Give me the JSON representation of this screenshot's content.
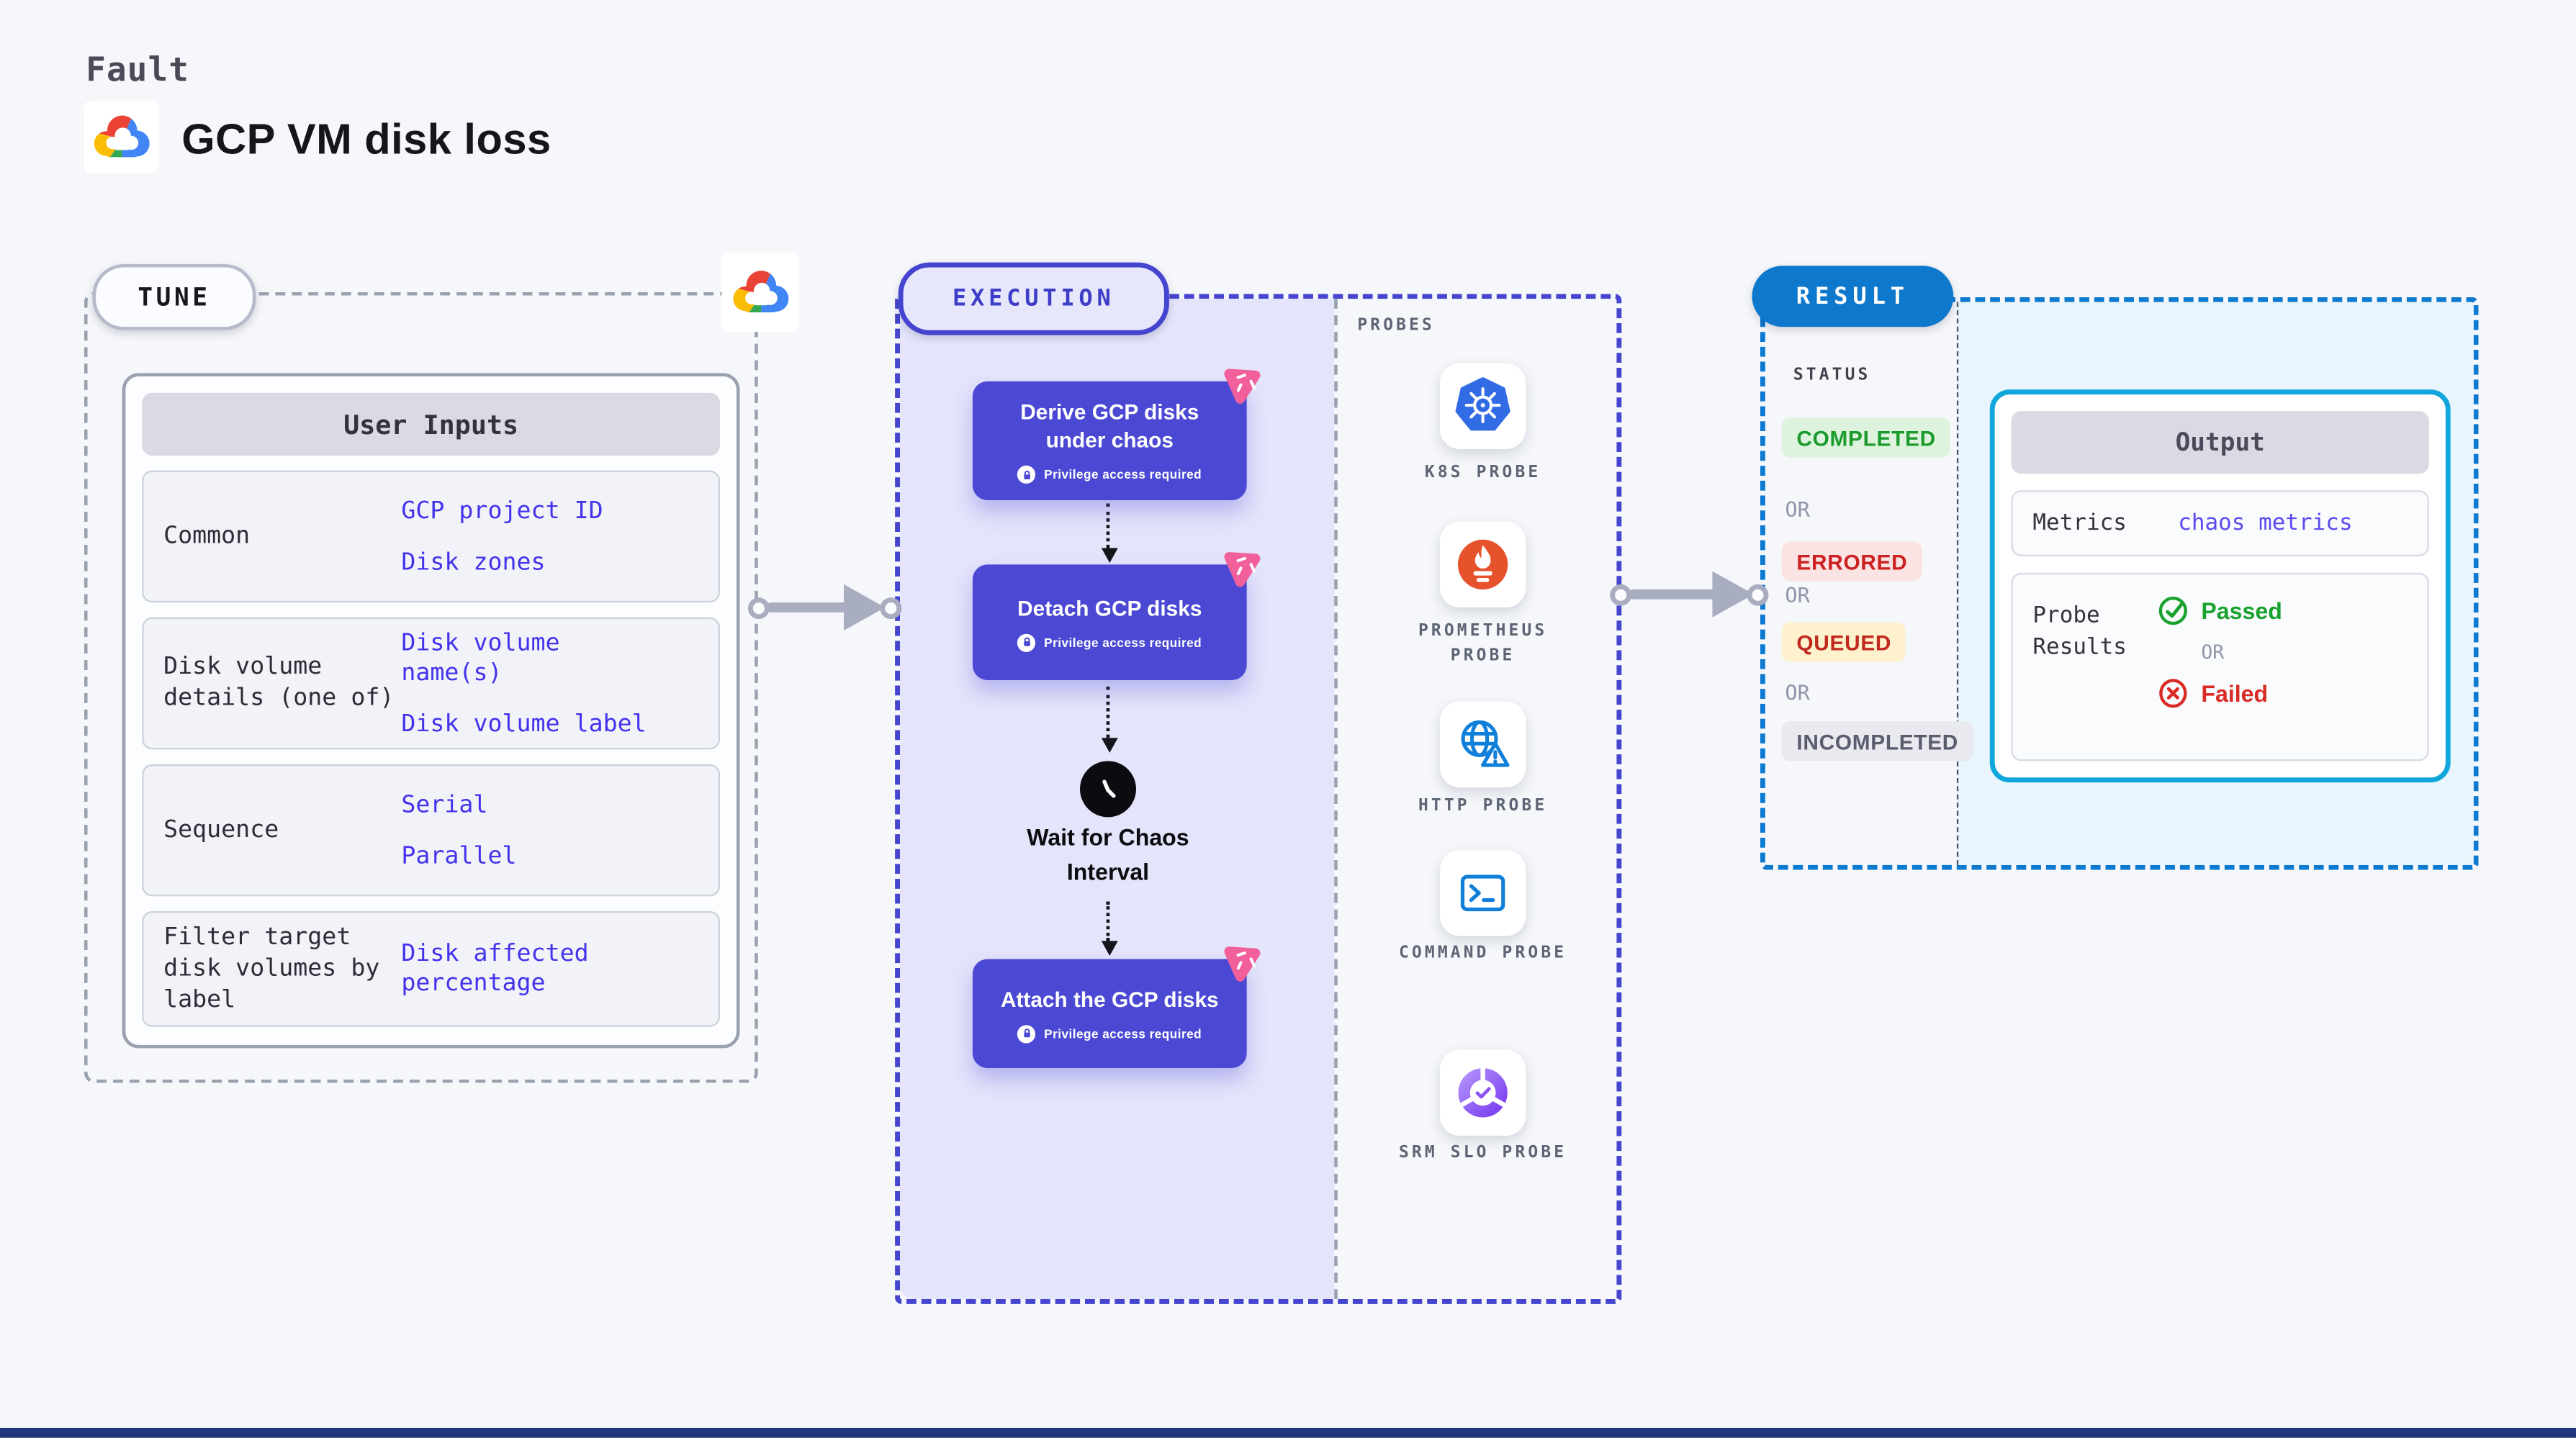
{
  "page": {
    "kicker": "Fault",
    "title": "GCP VM disk loss"
  },
  "tune": {
    "label": "TUNE",
    "table_header": "User Inputs",
    "rows": [
      {
        "label": "Common",
        "links": [
          "GCP project ID",
          "Disk zones"
        ]
      },
      {
        "label": "Disk volume details (one of)",
        "links": [
          "Disk volume name(s)",
          "Disk volume label"
        ]
      },
      {
        "label": "Sequence",
        "links": [
          "Serial",
          "Parallel"
        ]
      },
      {
        "label": "Filter target disk volumes by label",
        "links": [
          "Disk affected percentage"
        ]
      }
    ]
  },
  "execution": {
    "label": "EXECUTION",
    "steps": [
      {
        "title": "Derive GCP disks under chaos",
        "note": "Privilege access required"
      },
      {
        "title": "Detach GCP disks",
        "note": "Privilege access required"
      },
      {
        "title": "Attach the GCP disks",
        "note": "Privilege access required"
      }
    ],
    "wait_label": "Wait for Chaos Interval",
    "probes_header": "PROBES",
    "probes": [
      {
        "label": "K8S PROBE",
        "icon": "kubernetes-icon"
      },
      {
        "label": "PROMETHEUS PROBE",
        "icon": "prometheus-icon"
      },
      {
        "label": "HTTP PROBE",
        "icon": "http-globe-icon"
      },
      {
        "label": "COMMAND PROBE",
        "icon": "terminal-icon"
      },
      {
        "label": "SRM SLO PROBE",
        "icon": "slo-donut-icon"
      }
    ]
  },
  "result": {
    "label": "RESULT",
    "status_header": "STATUS",
    "or_label": "OR",
    "statuses": [
      {
        "label": "COMPLETED",
        "fg": "#1b9b2c",
        "bg": "#def3dd"
      },
      {
        "label": "ERRORED",
        "fg": "#cd2020",
        "bg": "#fae3e3"
      },
      {
        "label": "QUEUED",
        "fg": "#c2281f",
        "bg": "#fdf2cd"
      },
      {
        "label": "INCOMPLETED",
        "fg": "#5c5c6f",
        "bg": "#e9e9f0"
      }
    ],
    "output": {
      "header": "Output",
      "metrics_label": "Metrics",
      "metrics_value": "chaos metrics",
      "probe_results_label": "Probe Results",
      "passed_label": "Passed",
      "failed_label": "Failed"
    }
  },
  "colors": {
    "page_bg": "#f5f7fa",
    "dashed_gray": "#9aa2af",
    "indigo_accent": "#4545cf",
    "step_box": "#4b49d3",
    "lavender_bg": "#e4e4fb",
    "chaos_badge_pink": "#f2609b",
    "link_blue": "#4334ec",
    "metrics_link": "#5a4cf0",
    "result_blue": "#0e78cc",
    "result_dash": "#0d7ad1",
    "cyan_bg": "#e8f5fc",
    "output_border": "#12a7dc",
    "passed_green": "#1aa22e",
    "failed_red": "#d92b25",
    "kubernetes_blue": "#326ce5",
    "prometheus_orange": "#e6522c",
    "probe_icon_blue": "#0f7fd9",
    "srm_purple": "#8b52f5",
    "bottom_bar": "#22367d"
  }
}
